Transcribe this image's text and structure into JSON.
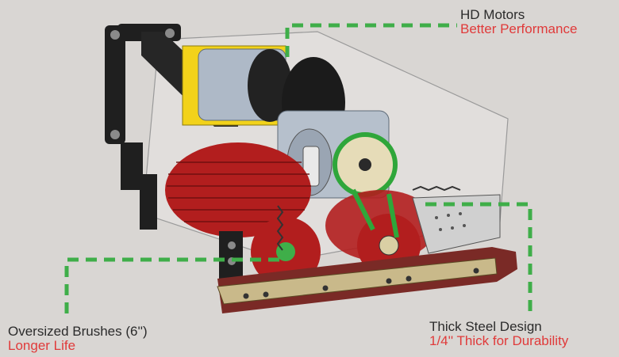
{
  "callouts": {
    "motors": {
      "title": "HD Motors",
      "subtitle": "Better Performance"
    },
    "brushes": {
      "title": "Oversized Brushes (6'')",
      "subtitle": "Longer Life"
    },
    "steel": {
      "title": "Thick Steel Design",
      "subtitle": "1/4'' Thick for Durability"
    }
  },
  "colors": {
    "background": "#d9d6d3",
    "leader_line": "#3fae49",
    "subtitle_text": "#e03a3a",
    "brush_bristles": "#b21e1e",
    "belt": "#2fa63a",
    "bumper": "#7a2a26",
    "bumper_strip": "#c9b98a",
    "motor_housing": "#a9b4c2",
    "frame_dark": "#1f1f1f"
  }
}
